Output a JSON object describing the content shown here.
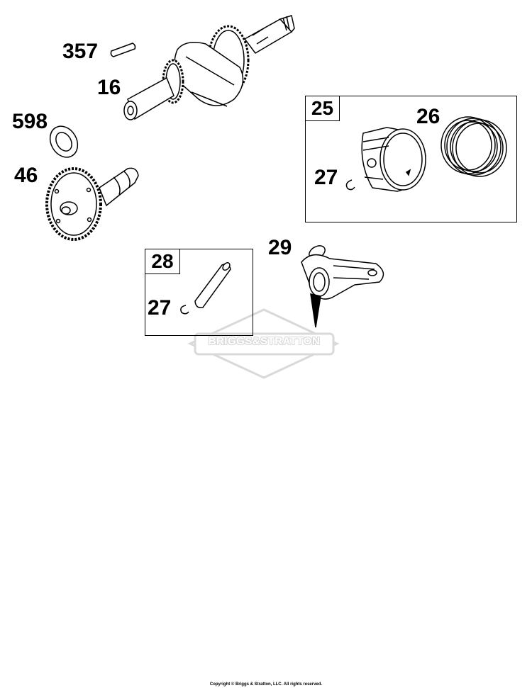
{
  "callouts": {
    "key": "357",
    "crankshaft": "16",
    "washer": "598",
    "camshaft": "46",
    "connecting_rod": "29",
    "piston_ring_set": "26",
    "retainer_in_piston_group": "27",
    "retainer_in_pin_group": "27"
  },
  "groups": {
    "piston_assembly": "25",
    "piston_pin_assembly": "28"
  },
  "watermark_text": "BRIGGS&STRATTON",
  "copyright": "Copyright © Briggs & Stratton, LLC. All rights reserved.",
  "colors": {
    "line": "#000000",
    "watermark": "#d9d9d9"
  }
}
